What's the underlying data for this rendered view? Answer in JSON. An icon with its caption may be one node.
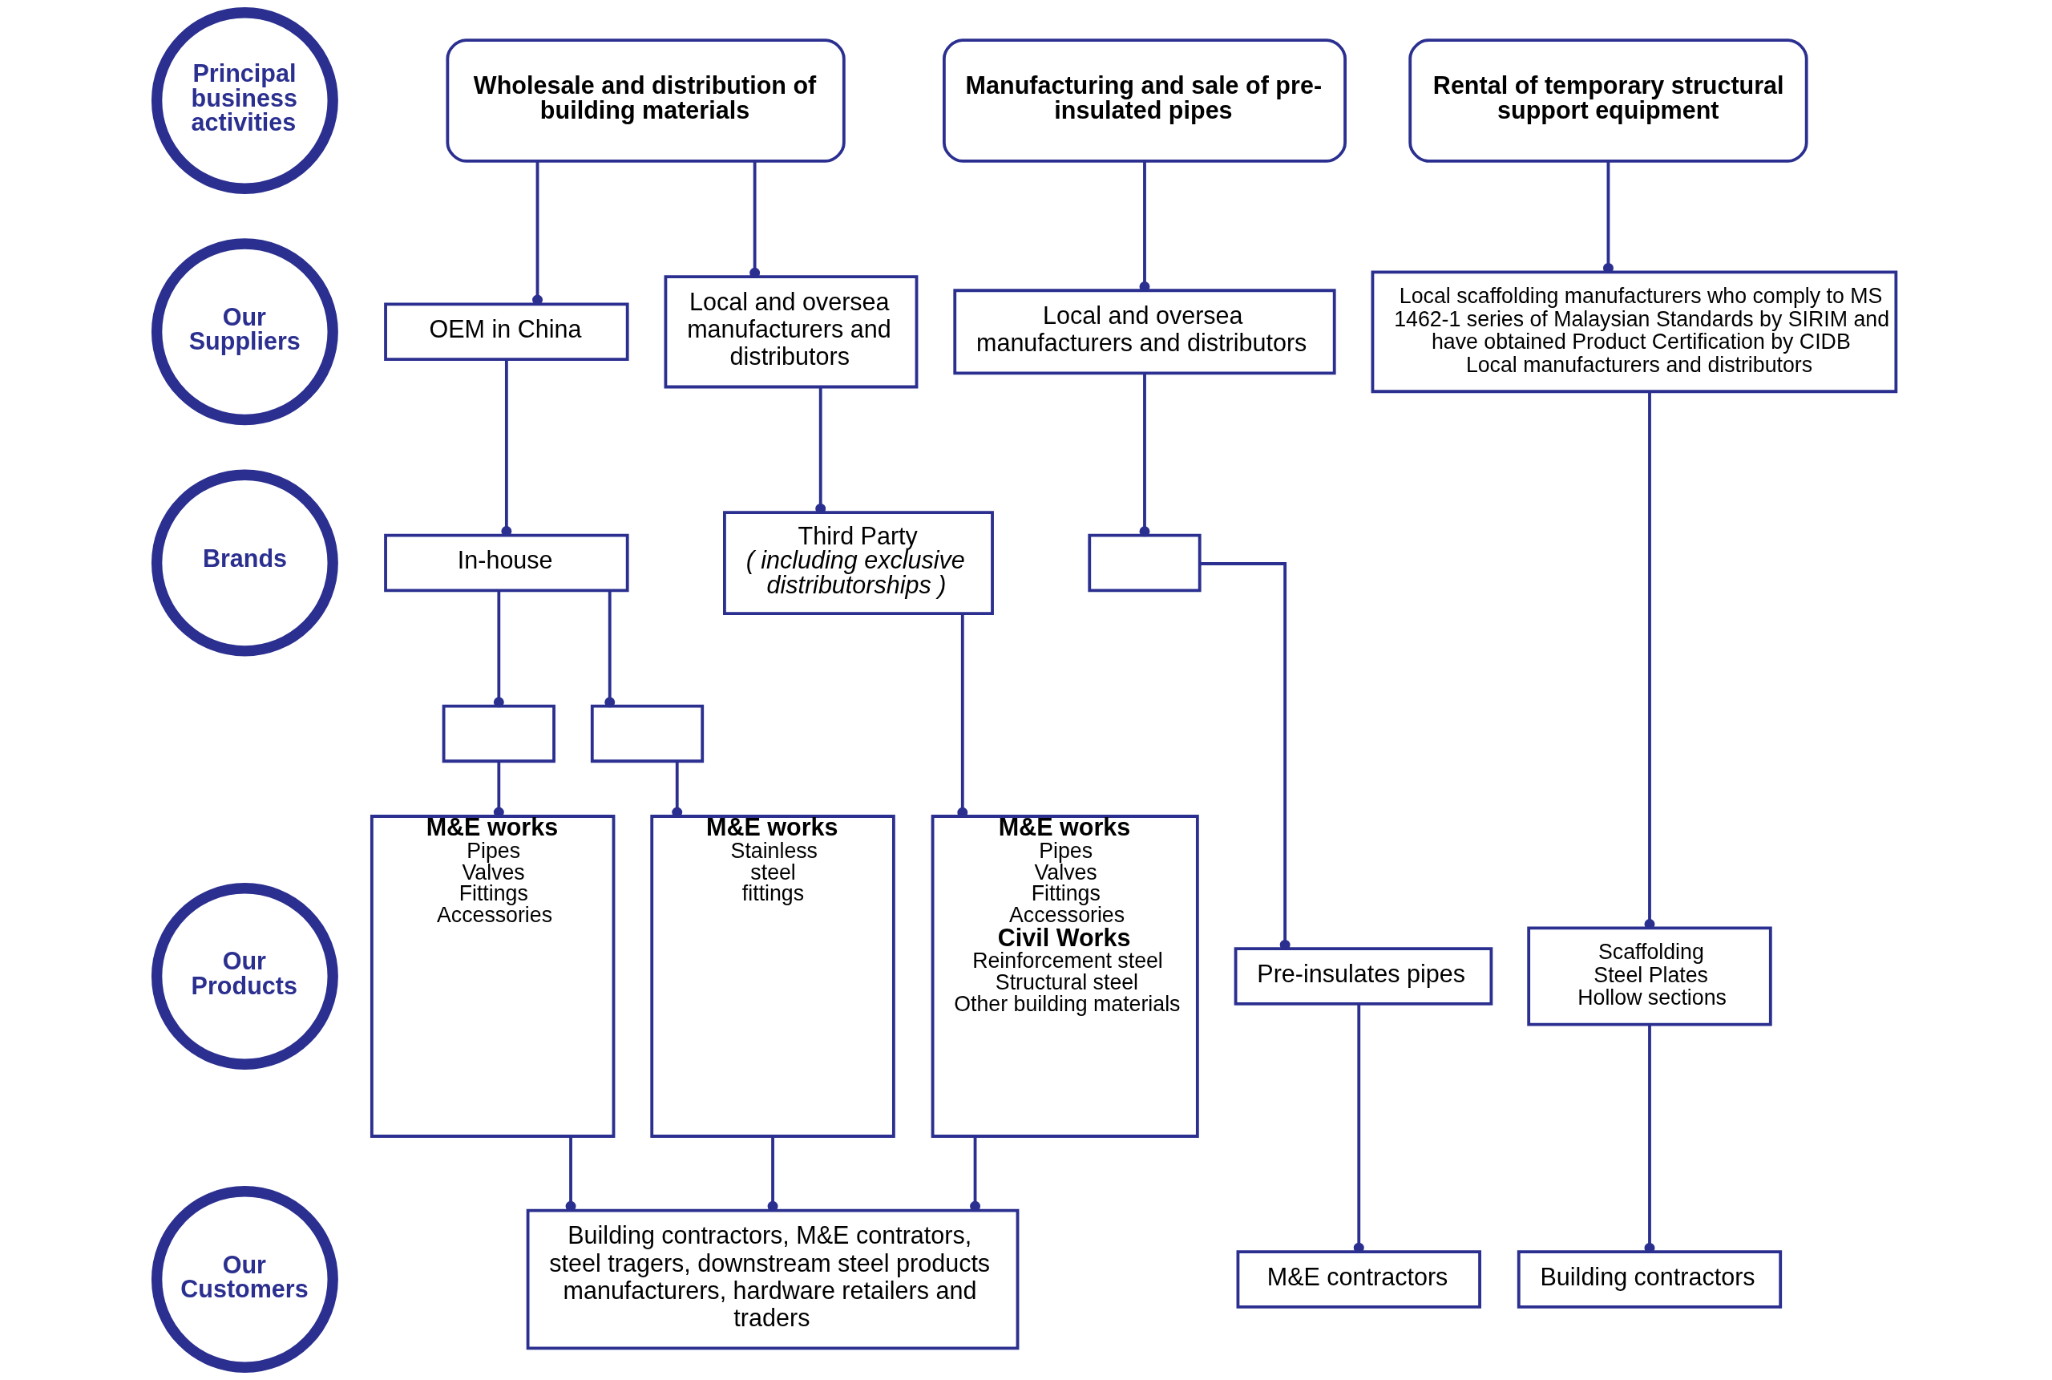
{
  "diagram": {
    "nodes": [
      {
        "text": [
          "Principal business activities"
        ]
      },
      {
        "text": [
          "Wholesale and distribution of building materials"
        ]
      },
      {
        "text": [
          "Manufacturing and sale of pre-insulated pipes"
        ]
      },
      {
        "text": [
          "Rental of temporary structural support equipment"
        ]
      },
      {
        "text": [
          "Our Suppliers"
        ]
      },
      {
        "text": [
          "OEM in China"
        ]
      },
      {
        "text": [
          "Local and oversea manufacturers and distributors"
        ]
      },
      {
        "text": [
          "Local and oversea manufacturers and distributors"
        ]
      },
      {
        "text": [
          "Local scaffolding manufacturers who comply to MS 1462-1 series of Malaysian Standards by SIRIM and have obtained Product Certification by CIDB",
          "Local manufacturers and distributors"
        ]
      },
      {
        "text": [
          "Brands"
        ]
      },
      {
        "text": [
          "In-house"
        ]
      },
      {
        "text": [
          "Third Party",
          "( including exclusive distributorships )"
        ]
      },
      {
        "text": [],
        "shape": "box"
      },
      {
        "text": [],
        "shape": "box"
      },
      {
        "text": [],
        "shape": "box"
      },
      {
        "text": [
          "Our Products"
        ]
      },
      {
        "text": [
          "M&E works",
          "Pipes",
          "Valves",
          "Fittings",
          "Accessories"
        ]
      },
      {
        "text": [
          "M&E works",
          "Stainless steel fittings"
        ]
      },
      {
        "text": [
          "M&E works",
          "Pipes",
          "Valves",
          "Fittings",
          "Accessories",
          "Civil Works",
          "Reinforcement steel",
          "Structural steel",
          "Other building materials"
        ]
      },
      {
        "text": [
          "Pre-insulates pipes"
        ]
      },
      {
        "text": [
          "Scaffolding",
          "Steel Plates",
          "Hollow sections"
        ]
      },
      {
        "text": [
          "Our Customers"
        ]
      },
      {
        "text": [
          "Building contractors, M&E contrators, steel tragers, downstream steel products manufacturers, hardware retailers and traders"
        ]
      },
      {
        "text": [
          "M&E contractors"
        ]
      },
      {
        "text": [
          "Building contractors"
        ]
      }
    ],
    "edges": [
      {
        "from": 1,
        "to": 5,
        "arrow": "other"
      },
      {
        "from": 1,
        "to": 6,
        "arrow": "other"
      },
      {
        "from": 2,
        "to": 7,
        "arrow": "other"
      },
      {
        "from": 3,
        "to": 8,
        "arrow": "other"
      },
      {
        "from": 5,
        "to": 10,
        "arrow": "other"
      },
      {
        "from": 6,
        "to": 11,
        "arrow": "other"
      },
      {
        "from": 7,
        "to": 14,
        "arrow": "other"
      },
      {
        "from": 10,
        "to": 12,
        "arrow": "other"
      },
      {
        "from": 10,
        "to": 13,
        "arrow": "other"
      },
      {
        "from": 12,
        "to": 16,
        "arrow": "other"
      },
      {
        "from": 13,
        "to": 17,
        "arrow": "other"
      },
      {
        "from": 11,
        "to": 18,
        "arrow": "other"
      },
      {
        "from": 14,
        "to": 19,
        "arrow": "other"
      },
      {
        "from": 8,
        "to": 20,
        "arrow": "other"
      },
      {
        "from": 16,
        "to": 22,
        "arrow": "other"
      },
      {
        "from": 17,
        "to": 22,
        "arrow": "other"
      },
      {
        "from": 18,
        "to": 22,
        "arrow": "other"
      },
      {
        "from": 19,
        "to": 23,
        "arrow": "other"
      },
      {
        "from": 20,
        "to": 24,
        "arrow": "other"
      }
    ]
  }
}
